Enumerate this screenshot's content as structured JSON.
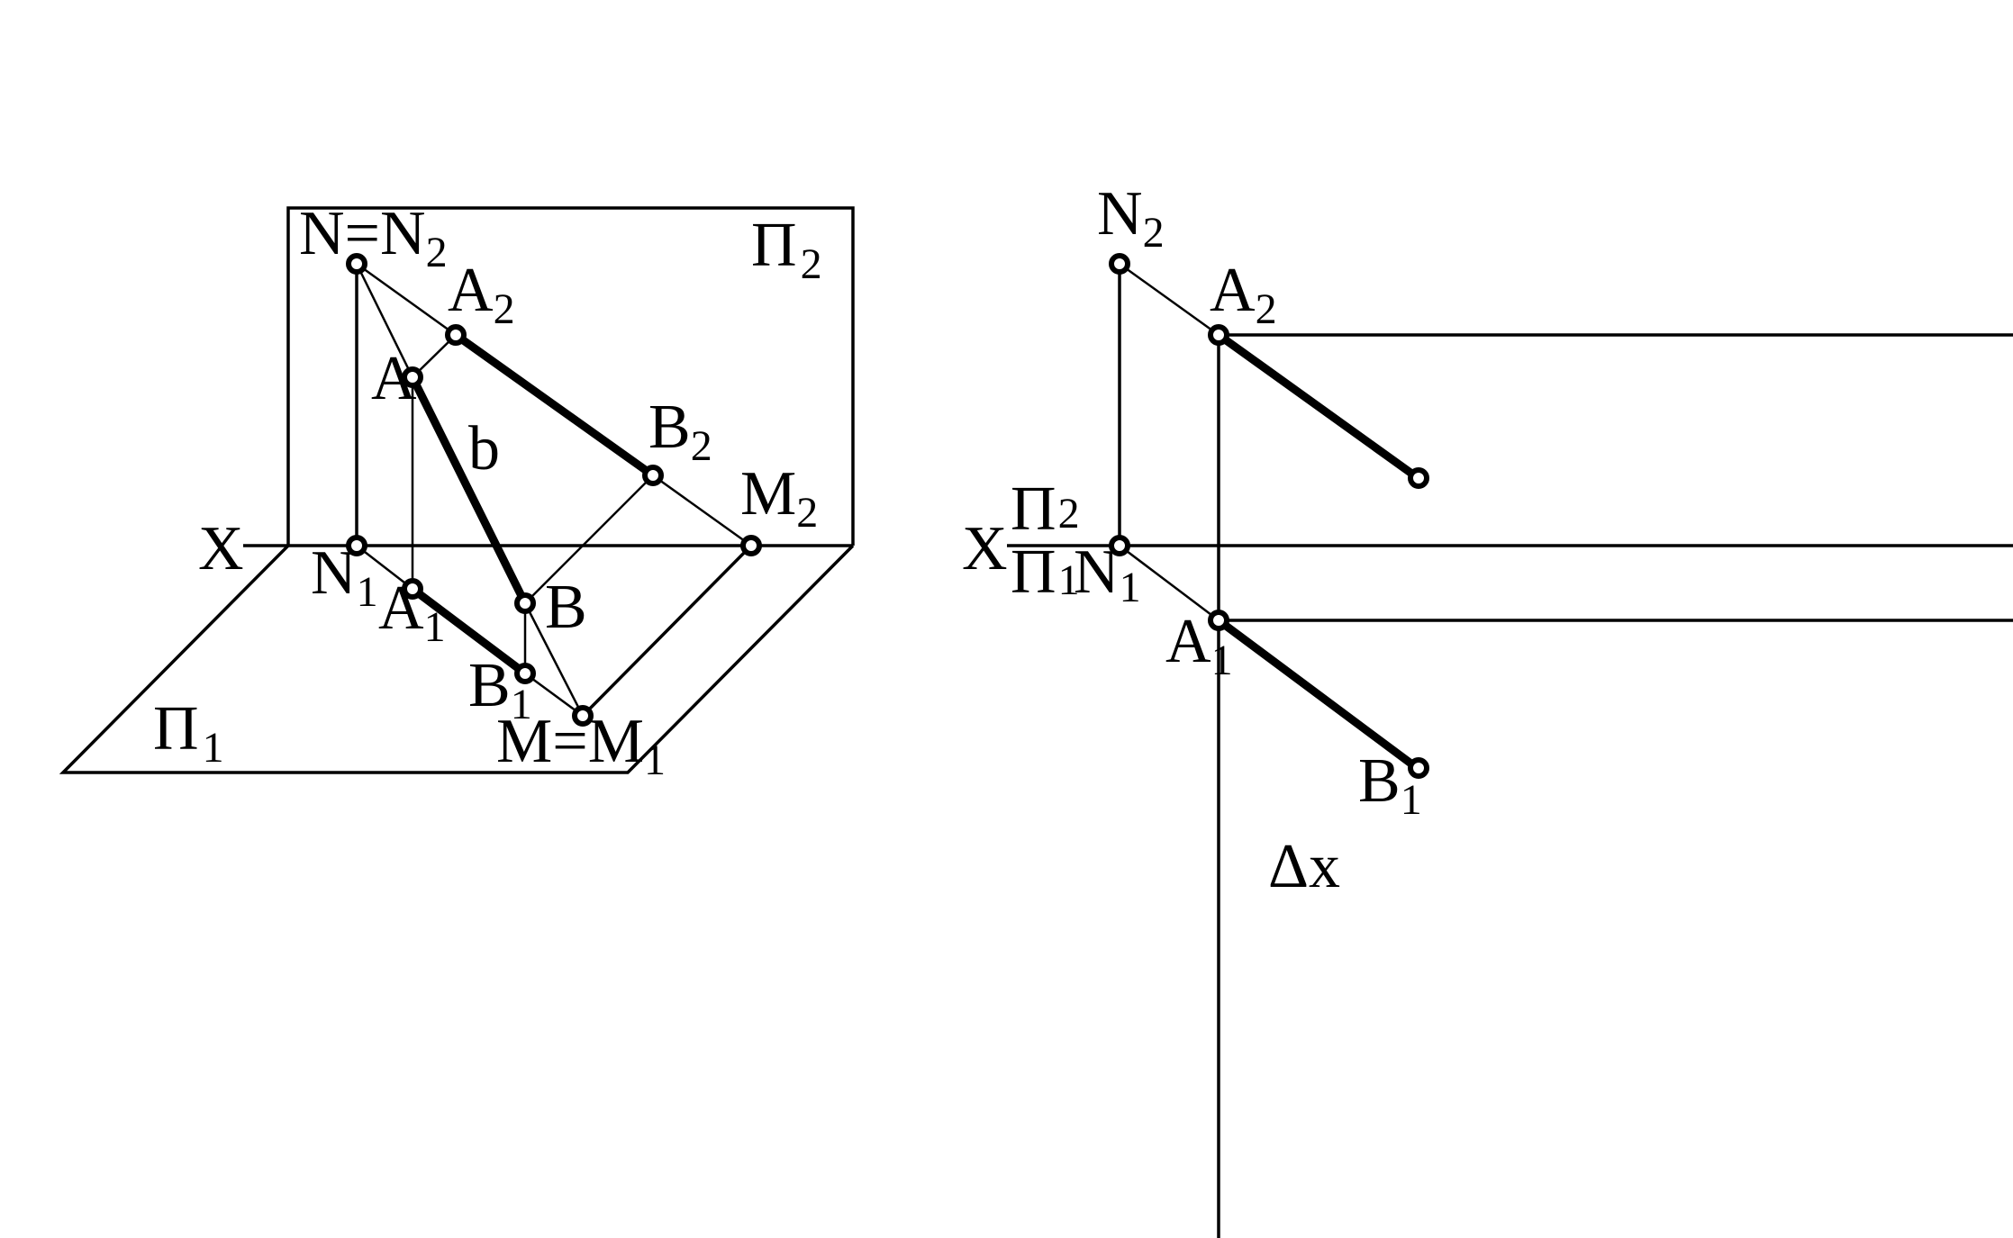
{
  "left_view": {
    "plane_v": {
      "main": "Π",
      "sub": "2"
    },
    "plane_h": {
      "main": "Π",
      "sub": "1"
    },
    "axis": {
      "main": "X",
      "sub": ""
    },
    "point_n": {
      "main": "N=N",
      "sub": "2"
    },
    "point_a2": {
      "main": "A",
      "sub": "2"
    },
    "point_a": {
      "main": "A",
      "sub": ""
    },
    "line_b": {
      "main": "b",
      "sub": ""
    },
    "point_b2": {
      "main": "B",
      "sub": "2"
    },
    "point_m2": {
      "main": "M",
      "sub": "2"
    },
    "point_n1": {
      "main": "N",
      "sub": "1"
    },
    "point_a1": {
      "main": "A",
      "sub": "1"
    },
    "point_b": {
      "main": "B",
      "sub": ""
    },
    "point_b1": {
      "main": "B",
      "sub": "1"
    },
    "point_m": {
      "main": "M=M",
      "sub": "1"
    }
  },
  "right_view": {
    "point_n2": {
      "main": "N",
      "sub": "2"
    },
    "point_a2": {
      "main": "A",
      "sub": "2"
    },
    "axis": {
      "main": "X",
      "sub": ""
    },
    "plane_v": {
      "main": "Π",
      "sub": "2"
    },
    "plane_h": {
      "main": "Π",
      "sub": "1"
    },
    "point_n1": {
      "main": "N",
      "sub": "1"
    },
    "point_a1": {
      "main": "A",
      "sub": "1"
    },
    "point_b1": {
      "main": "B",
      "sub": "1"
    },
    "delta_x": {
      "main": "Δx",
      "sub": ""
    }
  }
}
